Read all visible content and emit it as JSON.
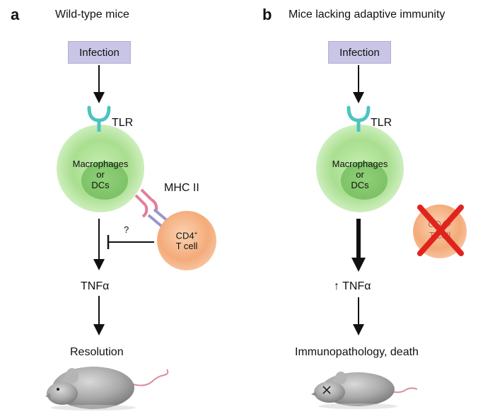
{
  "panel_a": {
    "letter": "a",
    "heading": "Wild-type mice",
    "infection": "Infection",
    "receptor": "TLR",
    "cell_line1": "Macrophages",
    "cell_line2": "or",
    "cell_line3": "DCs",
    "mhc": "MHC II",
    "tcell_line1": "CD4",
    "tcell_sup": "+",
    "tcell_line2": "T cell",
    "question": "?",
    "cytokine": "TNFα",
    "outcome": "Resolution"
  },
  "panel_b": {
    "letter": "b",
    "heading": "Mice lacking adaptive immunity",
    "infection": "Infection",
    "receptor": "TLR",
    "cell_line1": "Macrophages",
    "cell_line2": "or",
    "cell_line3": "DCs",
    "cytokine": "↑ TNFα",
    "outcome": "Immunopathology, death"
  },
  "colors": {
    "infection_box": "#c9c5e6",
    "receptor": "#4ec3c0",
    "macrophage": "#a9de8f",
    "tcell": "#f4ab7a",
    "mhc_pink": "#e37d9a",
    "mhc_purple": "#9a95cc",
    "cross": "#e0241d"
  },
  "icons": [
    "mouse-healthy-icon",
    "mouse-dead-icon",
    "red-cross-icon"
  ]
}
